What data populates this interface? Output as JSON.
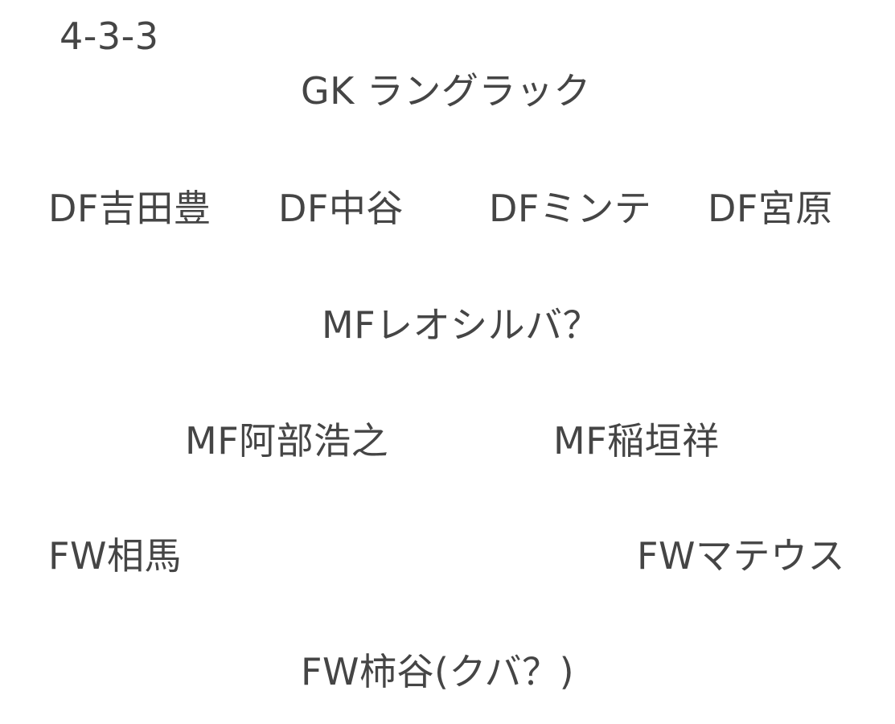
{
  "formation": "4-3-3",
  "players": {
    "gk": "GK ラングラック",
    "df1": "DF吉田豊",
    "df2": "DF中谷",
    "df3": "DFミンテ",
    "df4": "DF宮原",
    "mf1": "MFレオシルバ？",
    "mf2": "MF阿部浩之",
    "mf3": "MF稲垣祥",
    "fw1": "FW相馬",
    "fw2": "FWマテウス",
    "fw3": "FW柿谷(クバ？)"
  },
  "colors": {
    "text": "#454545",
    "background": "#ffffff"
  }
}
